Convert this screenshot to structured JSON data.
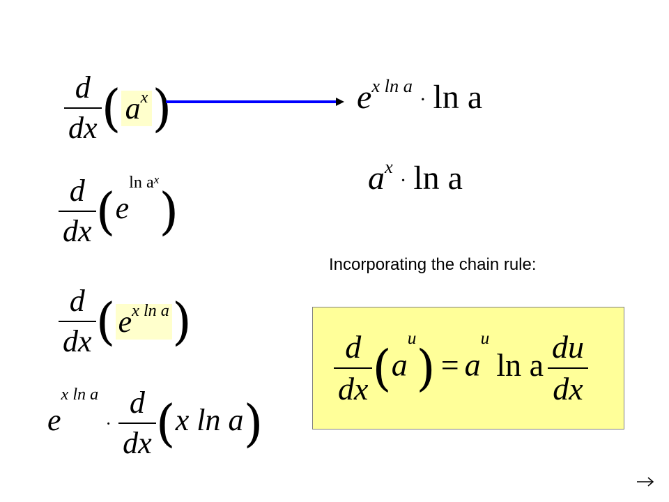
{
  "slide": {
    "deriv": {
      "d": "d",
      "dx": "dx"
    },
    "eq1": {
      "base": "a",
      "exp": "x"
    },
    "eq2": {
      "base": "e",
      "exp": "ln a",
      "exp_sup": "x"
    },
    "eq3": {
      "base": "e",
      "exp": "x ln a"
    },
    "eq4": {
      "prefix_base": "e",
      "prefix_exp": "x ln a",
      "inner": "x ln a"
    },
    "result1": {
      "base": "e",
      "exp": "x ln a",
      "rest": "ln a"
    },
    "result2": {
      "base": "a",
      "exp": "x",
      "rest": "ln a"
    },
    "caption": "Incorporating the chain rule:",
    "rule": {
      "base": "a",
      "exp": "u",
      "eq": "=",
      "rhs_base": "a",
      "rhs_exp": "u",
      "ln": "ln a",
      "du": "du",
      "dx": "dx"
    },
    "colors": {
      "arrow": "#0000ff",
      "highlight": "#ffffcc",
      "box": "#ffff99"
    },
    "nav_icon": "right-arrow-icon"
  }
}
